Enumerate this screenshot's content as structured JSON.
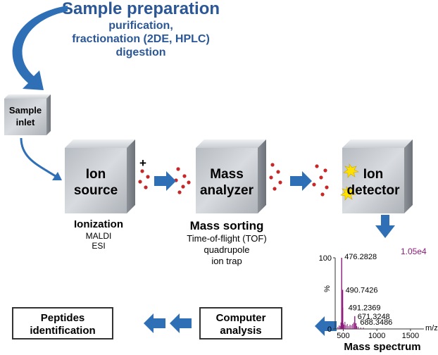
{
  "header": {
    "title": "Sample preparation",
    "line1": "purification,",
    "line2": "fractionation (2DE, HPLC)",
    "line3": "digestion"
  },
  "inlet": {
    "line1": "Sample",
    "line2": "inlet"
  },
  "ion_source": {
    "line1": "Ion",
    "line2": "source",
    "caption": "Ionization",
    "methods": [
      "MALDI",
      "ESI"
    ],
    "charge_symbol": "+"
  },
  "mass_analyzer": {
    "line1": "Mass",
    "line2": "analyzer",
    "caption": "Mass sorting",
    "methods": [
      "Time-of-flight (TOF)",
      "quadrupole",
      "ion trap"
    ]
  },
  "ion_detector": {
    "line1": "Ion",
    "line2": "detector"
  },
  "computer": {
    "line1": "Computer",
    "line2": "analysis"
  },
  "peptides": {
    "line1": "Peptides",
    "line2": "identification"
  },
  "chart_data": {
    "type": "bar",
    "title": "Mass spectrum",
    "xlabel": "m/z",
    "ylabel": "%",
    "intensity_label": "1.05e4",
    "xlim": [
      380,
      1700
    ],
    "ylim": [
      0,
      100
    ],
    "x_ticks": [
      500,
      1000,
      1500
    ],
    "y_ticks": [
      0,
      100
    ],
    "peaks": [
      {
        "mz": 476.2828,
        "intensity": 100,
        "label": "476.2828"
      },
      {
        "mz": 490.7426,
        "intensity": 55,
        "label": "490.7426"
      },
      {
        "mz": 491.2369,
        "intensity": 30,
        "label": "491.2369"
      },
      {
        "mz": 671.3248,
        "intensity": 18,
        "label": "671.3248"
      },
      {
        "mz": 688.3486,
        "intensity": 8,
        "label": "688.3486"
      }
    ],
    "noise": [
      {
        "mz": 420,
        "intensity": 3
      },
      {
        "mz": 440,
        "intensity": 5
      },
      {
        "mz": 455,
        "intensity": 4
      },
      {
        "mz": 465,
        "intensity": 9
      },
      {
        "mz": 485,
        "intensity": 12
      },
      {
        "mz": 500,
        "intensity": 8
      },
      {
        "mz": 510,
        "intensity": 6
      },
      {
        "mz": 525,
        "intensity": 10
      },
      {
        "mz": 540,
        "intensity": 5
      },
      {
        "mz": 560,
        "intensity": 7
      },
      {
        "mz": 580,
        "intensity": 4
      },
      {
        "mz": 600,
        "intensity": 6
      },
      {
        "mz": 620,
        "intensity": 5
      },
      {
        "mz": 640,
        "intensity": 7
      },
      {
        "mz": 655,
        "intensity": 9
      },
      {
        "mz": 700,
        "intensity": 4
      },
      {
        "mz": 720,
        "intensity": 3
      },
      {
        "mz": 760,
        "intensity": 2
      },
      {
        "mz": 800,
        "intensity": 2
      }
    ],
    "colors": {
      "peaks": "#8b1a7a",
      "axis": "#333333"
    }
  },
  "colors": {
    "arrow": "#2e6fb5",
    "dot": "#c62828",
    "title": "#2b5797",
    "spark": "#ffe000"
  }
}
